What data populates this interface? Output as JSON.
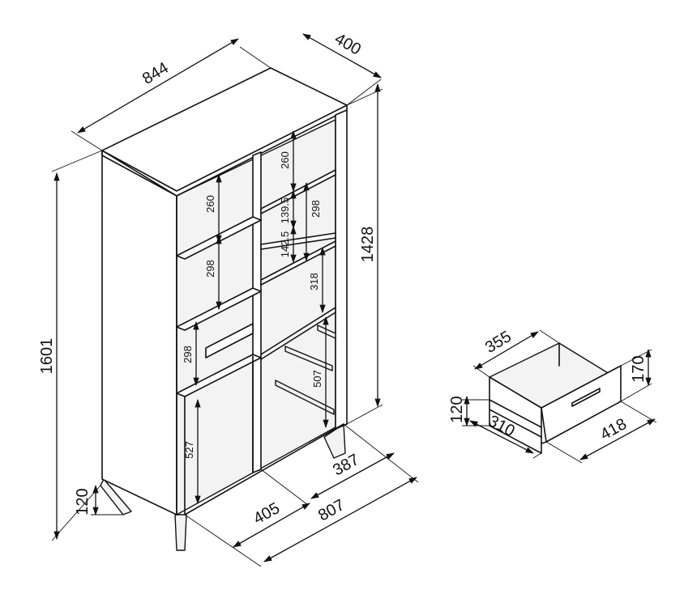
{
  "cabinet": {
    "width": "844",
    "depth": "400",
    "height_total": "1601",
    "height_body": "1428",
    "leg_height": "120",
    "base_depth": "387",
    "base_half_width": "405",
    "base_width": "807",
    "lower_door_opening": "527",
    "shelf_left_1": "260",
    "shelf_left_2": "298",
    "shelf_left_3": "298",
    "shelf_right_1": "260",
    "shelf_right_2": "139.5",
    "shelf_right_3": "142.5",
    "shelf_right_side": "298",
    "shelf_right_4": "318",
    "drawer_space": "507"
  },
  "drawer": {
    "width_inner": "355",
    "depth_inner": "310",
    "height_front": "170",
    "height_box": "120",
    "width_front": "418"
  }
}
